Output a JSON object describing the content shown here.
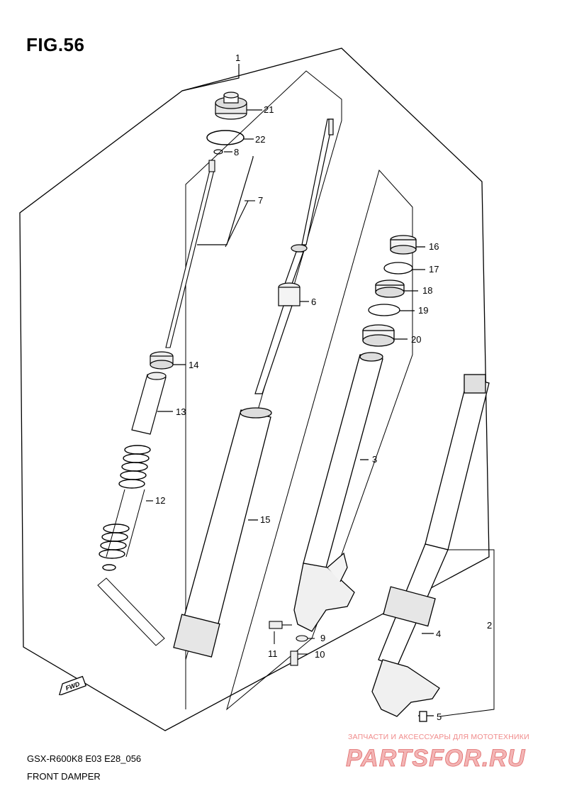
{
  "figure": {
    "title": "FIG.56",
    "model_code": "GSX-R600K8 E03 E28_056",
    "part_name": "FRONT DAMPER"
  },
  "direction_marker": {
    "label": "FWD",
    "icon": "forward-arrow-icon"
  },
  "callouts": [
    {
      "id": "c1",
      "number": "1"
    },
    {
      "id": "c2",
      "number": "2"
    },
    {
      "id": "c3",
      "number": "3"
    },
    {
      "id": "c4",
      "number": "4"
    },
    {
      "id": "c5",
      "number": "5"
    },
    {
      "id": "c6",
      "number": "6"
    },
    {
      "id": "c7",
      "number": "7"
    },
    {
      "id": "c8",
      "number": "8"
    },
    {
      "id": "c9",
      "number": "9"
    },
    {
      "id": "c10",
      "number": "10"
    },
    {
      "id": "c11",
      "number": "11"
    },
    {
      "id": "c12",
      "number": "12"
    },
    {
      "id": "c13",
      "number": "13"
    },
    {
      "id": "c14",
      "number": "14"
    },
    {
      "id": "c15",
      "number": "15"
    },
    {
      "id": "c16",
      "number": "16"
    },
    {
      "id": "c17",
      "number": "17"
    },
    {
      "id": "c18",
      "number": "18"
    },
    {
      "id": "c19",
      "number": "19"
    },
    {
      "id": "c20",
      "number": "20"
    },
    {
      "id": "c21",
      "number": "21"
    },
    {
      "id": "c22",
      "number": "22"
    }
  ],
  "watermark": {
    "tagline": "ЗАПЧАСТИ И АКСЕССУАРЫ ДЛЯ МОТОТЕХНИКИ",
    "logo_text": "PARTSFOR.RU",
    "color": "#e85a5a"
  }
}
